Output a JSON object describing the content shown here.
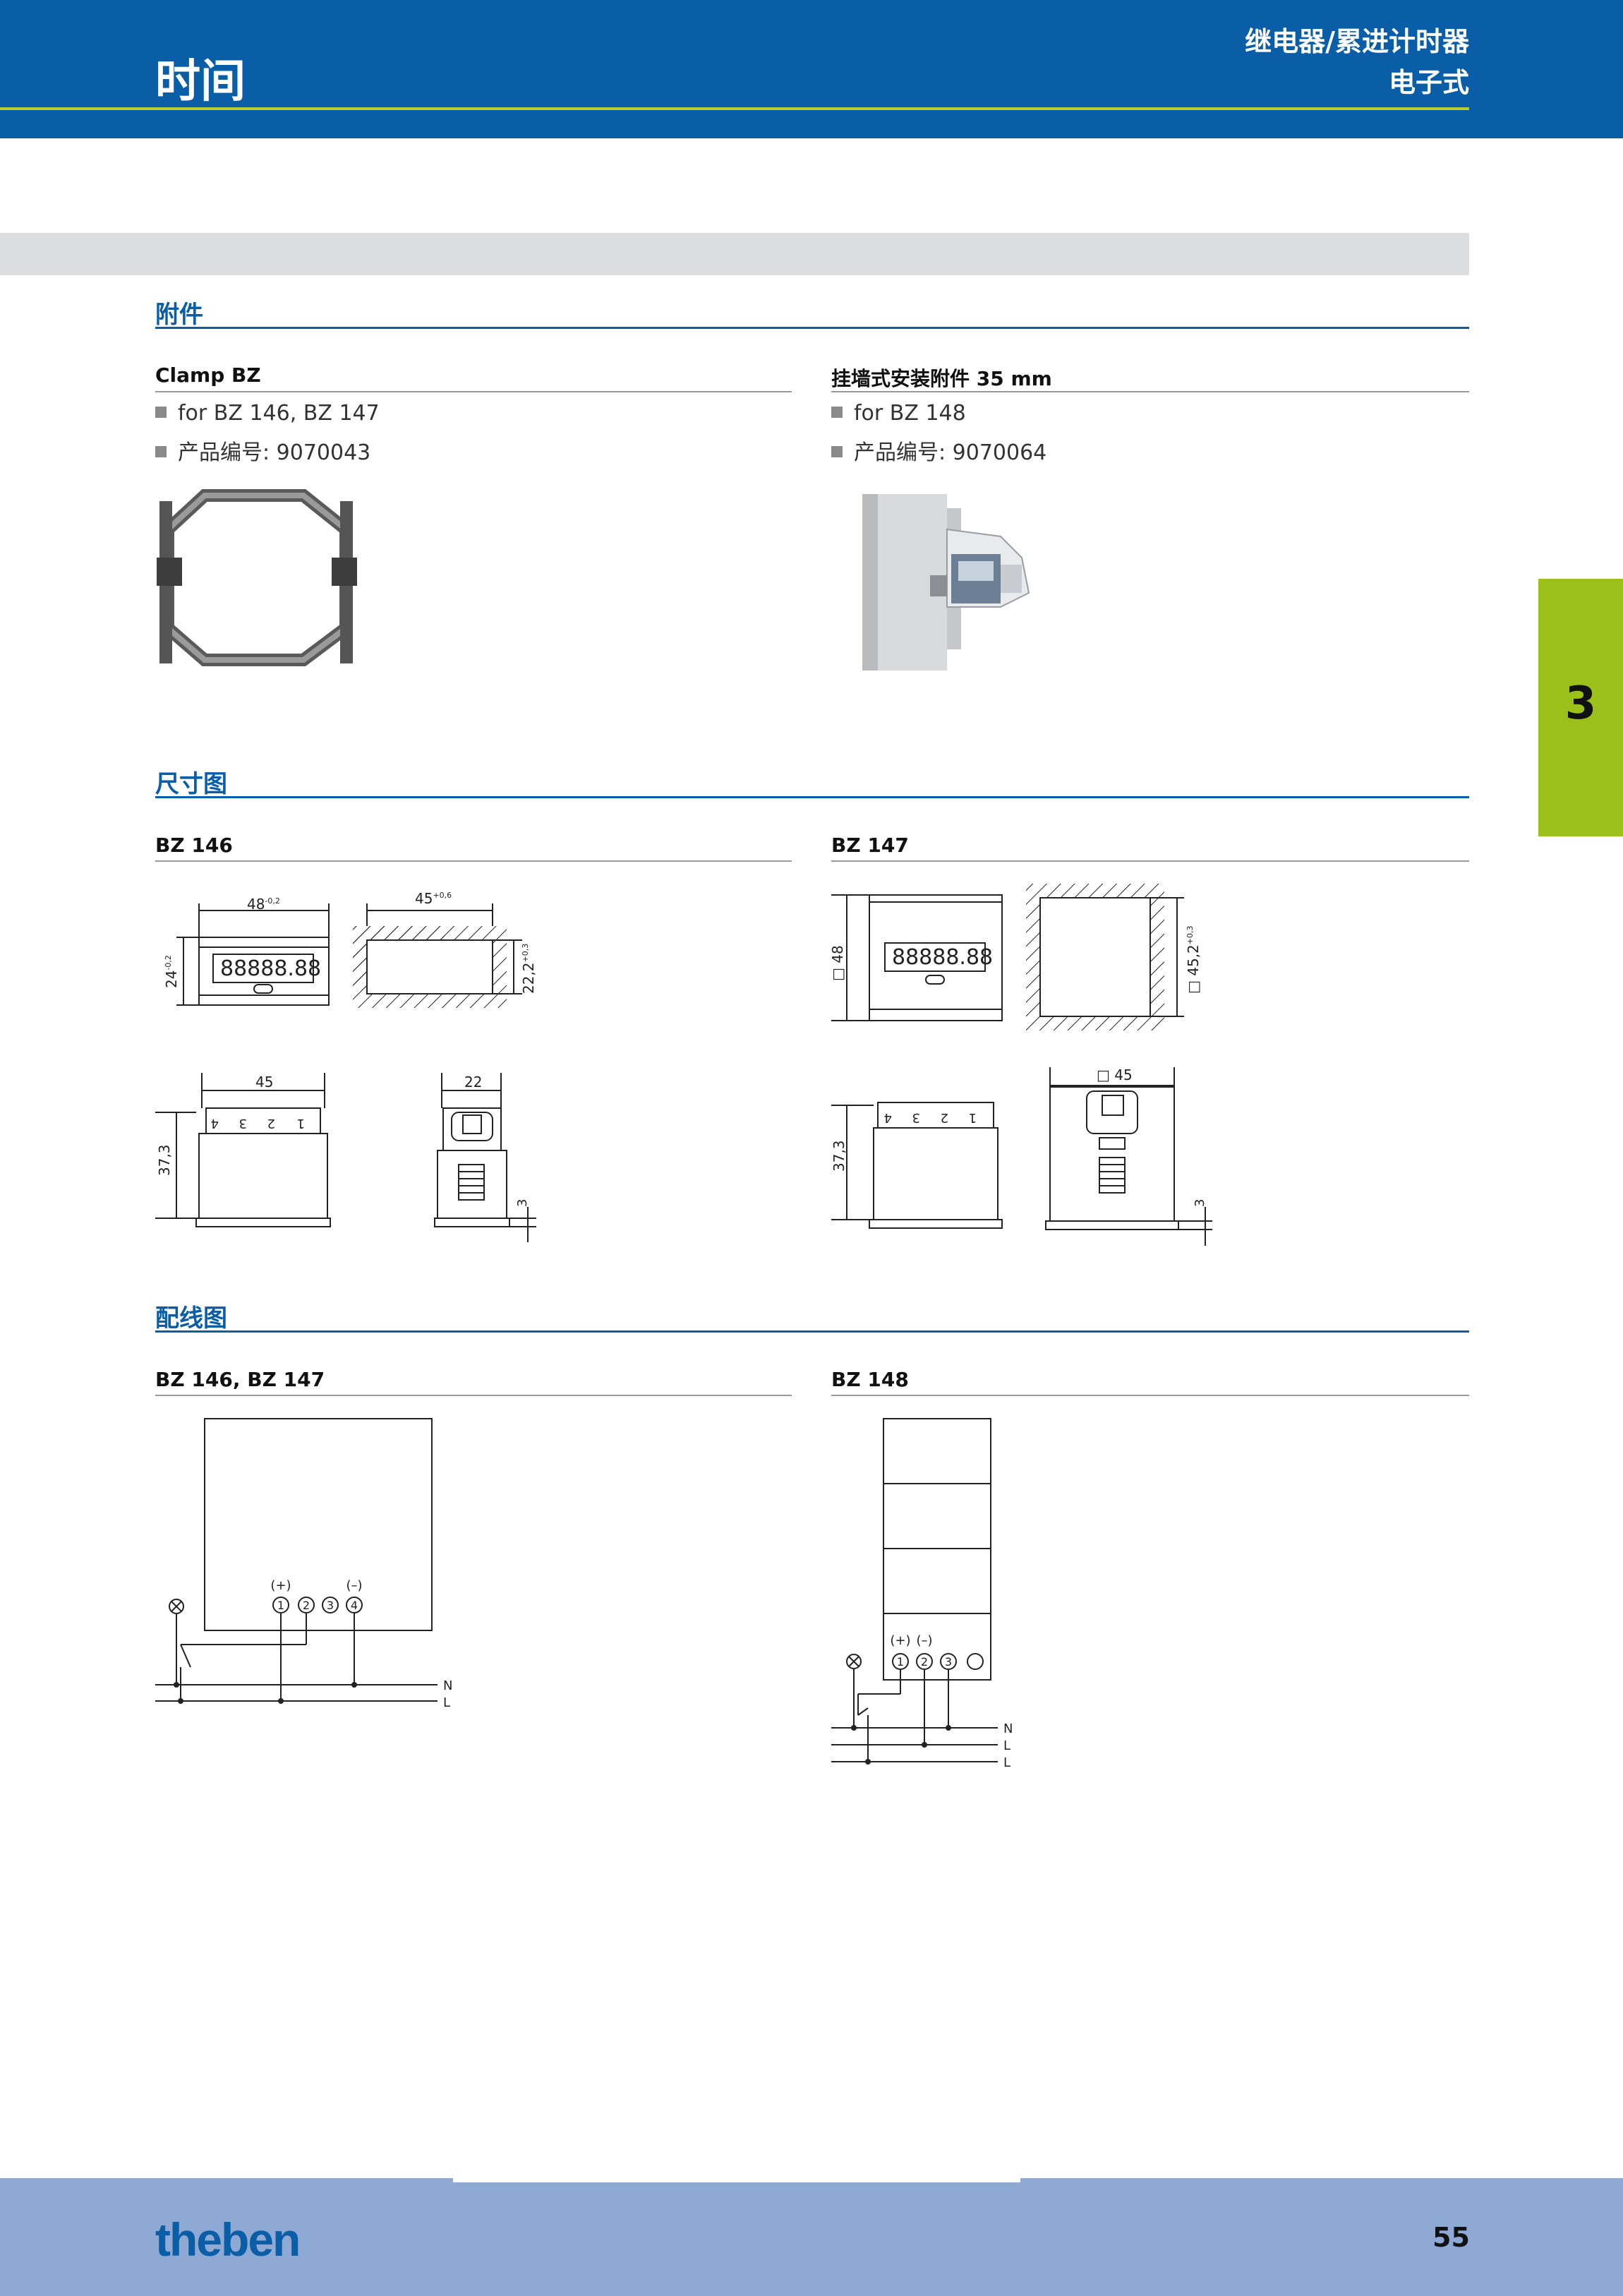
{
  "header": {
    "section_title": "时间",
    "category_line1": "继电器/累进计时器",
    "category_line2": "电子式"
  },
  "side_tab": {
    "number": "3"
  },
  "accessories": {
    "title": "附件",
    "left": {
      "name": "Clamp BZ",
      "bullets": [
        "for BZ 146, BZ 147",
        "产品编号: 9070043"
      ]
    },
    "right": {
      "name": "挂墙式安装附件 35 mm",
      "bullets": [
        "for BZ 148",
        "产品编号: 9070064"
      ]
    }
  },
  "dimensions": {
    "title": "尺寸图",
    "bz146": {
      "label": "BZ 146",
      "w48": "48",
      "w48_tol": "-0,2",
      "w45_cut": "45",
      "w45_tol": "+0,6",
      "h24": "24",
      "h24_tol": "-0,2",
      "h22": "22,2",
      "h22_tol": "+0,3",
      "side_w": "45",
      "side_h": "37,3",
      "back_w": "22",
      "back_h": "3",
      "display": "88888.88",
      "terminals": [
        "4",
        "3",
        "2",
        "1"
      ]
    },
    "bz147": {
      "label": "BZ 147",
      "h48": "□ 48",
      "h45": "□ 45,2",
      "h45_tol": "+0,3",
      "side_h": "37,3",
      "back_w": "□ 45",
      "back_h": "3",
      "display": "88888.88",
      "terminals": [
        "4",
        "3",
        "2",
        "1"
      ]
    }
  },
  "wiring": {
    "title": "配线图",
    "left": {
      "label": "BZ 146, BZ 147",
      "plus": "(+)",
      "minus": "(–)",
      "terminals": [
        "1",
        "2",
        "3",
        "4"
      ],
      "line_n": "N",
      "line_l": "L"
    },
    "right": {
      "label": "BZ 148",
      "plus": "(+)",
      "minus": "(–)",
      "terminals": [
        "1",
        "2",
        "3"
      ],
      "line_n": "N",
      "line_l1": "L",
      "line_l2": "L"
    }
  },
  "footer": {
    "logo": "theben",
    "page_number": "55"
  },
  "colors": {
    "brand_blue": "#0a5ea8",
    "accent_green": "#9cc01a",
    "footer_blue": "#8ea9d3"
  }
}
